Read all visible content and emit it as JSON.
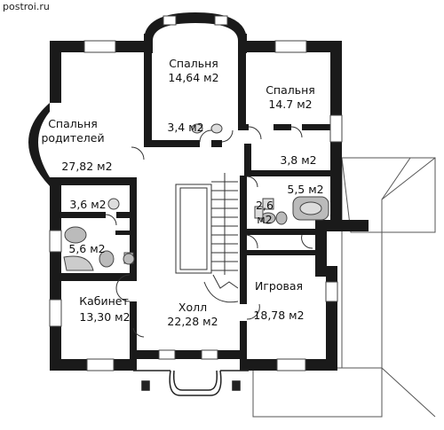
{
  "site": "postroi.ru",
  "rooms": [
    {
      "name": "Спальня",
      "area": "14,64 м2"
    },
    {
      "name": "Спальня",
      "area": "14.7 м2"
    },
    {
      "name": "Спальня",
      "name2": "родителей",
      "area": "27,82 м2"
    },
    {
      "area": "3,4 м2"
    },
    {
      "area": "3,8 м2"
    },
    {
      "area": "5,5 м2"
    },
    {
      "area": "3,6 м2"
    },
    {
      "area": "5,6 м2"
    },
    {
      "area": "2,6",
      "area2": "м2"
    },
    {
      "name": "Игровая",
      "area": "18,78 м2"
    },
    {
      "name": "Кабинет",
      "area": "13,30 м2"
    },
    {
      "name": "Холл",
      "area": "22,28 м2"
    }
  ]
}
